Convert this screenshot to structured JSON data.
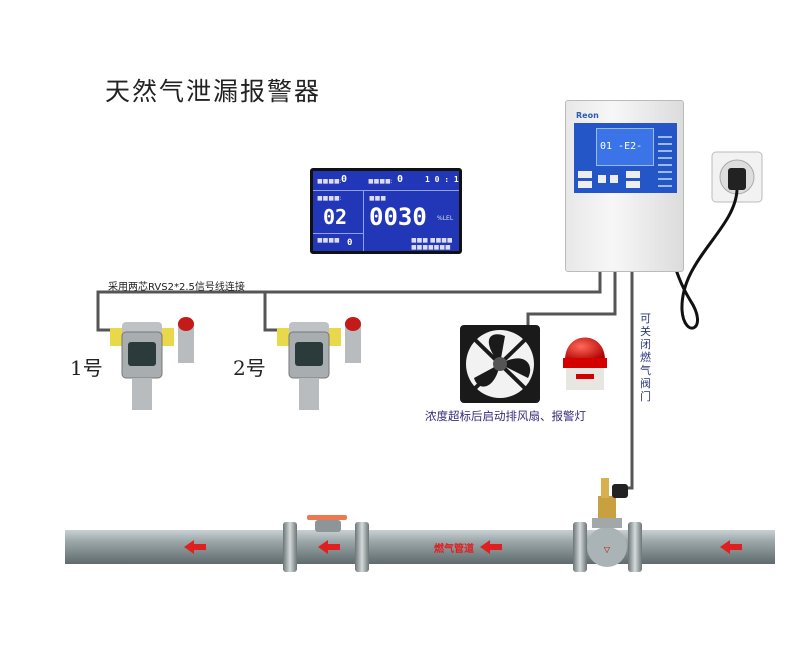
{
  "title": "天然气泄漏报警器",
  "wire_label": "采用两芯RVS2*2.5信号线连接",
  "detectors": [
    {
      "label": "1号"
    },
    {
      "label": "2号"
    }
  ],
  "lcd": {
    "top_value_1": "0",
    "top_value_2": "0",
    "top_value_3": "1 0 : 1",
    "channel": "02",
    "concentration": "0030",
    "unit": "%LEL",
    "bottom_value": "0"
  },
  "controller": {
    "brand": "Reon",
    "display": "01 -E2-"
  },
  "fan_caption": "浓度超标后启动排风扇、报警灯",
  "valve_label": "可关闭燃气阀门",
  "pipe_label": "燃气管道",
  "colors": {
    "lcd_bg": "#2236b8",
    "arrow": "#e02020",
    "detector_yellow": "#e8d84a",
    "pipe": "#8f9a9c"
  }
}
